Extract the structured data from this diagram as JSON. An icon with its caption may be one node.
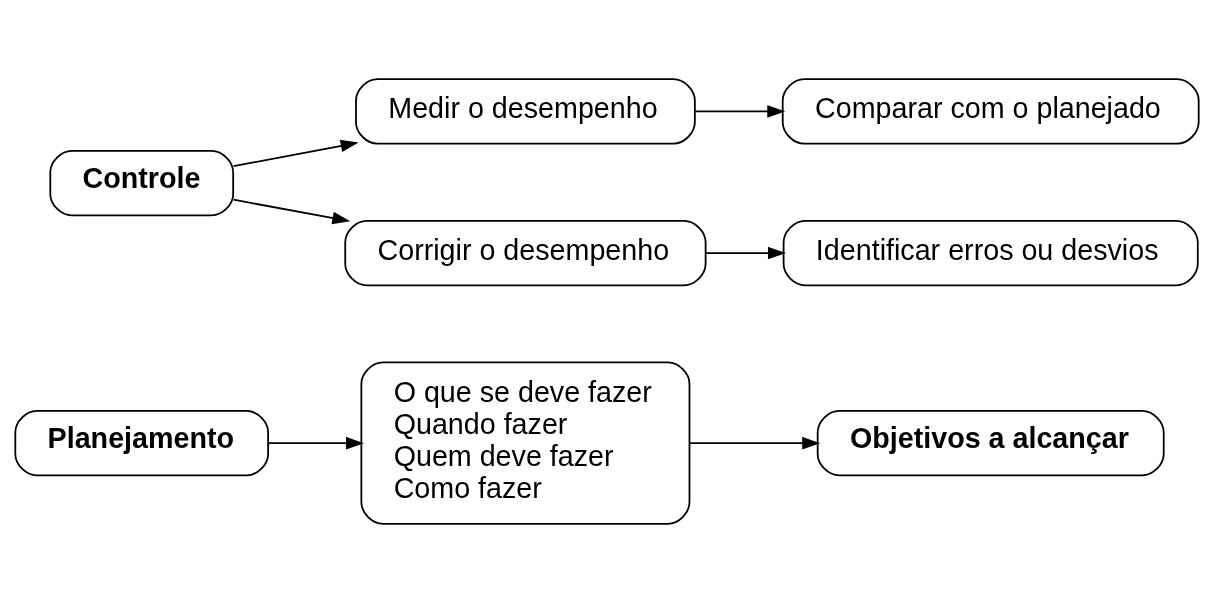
{
  "diagram": {
    "nodes": [
      {
        "text": [
          "Planejamento"
        ]
      },
      {
        "text": [
          "O que se deve fazer",
          "Quando fazer",
          "Quem deve fazer",
          "Como fazer"
        ]
      },
      {
        "text": [
          "Objetivos a alcançar"
        ]
      },
      {
        "text": [
          "Controle"
        ]
      },
      {
        "text": [
          "Medir o desempenho"
        ]
      },
      {
        "text": [
          "Comparar com o planejado"
        ]
      },
      {
        "text": [
          "Corrigir o desempenho"
        ]
      },
      {
        "text": [
          "Identificar erros ou desvios"
        ]
      }
    ],
    "edges": [
      {
        "from": 0,
        "to": 1,
        "arrow": "to"
      },
      {
        "from": 1,
        "to": 2,
        "arrow": "to"
      },
      {
        "from": 3,
        "to": 4,
        "arrow": "to"
      },
      {
        "from": 3,
        "to": 6,
        "arrow": "to"
      },
      {
        "from": 4,
        "to": 5,
        "arrow": "to"
      },
      {
        "from": 6,
        "to": 7,
        "arrow": "to"
      }
    ]
  }
}
